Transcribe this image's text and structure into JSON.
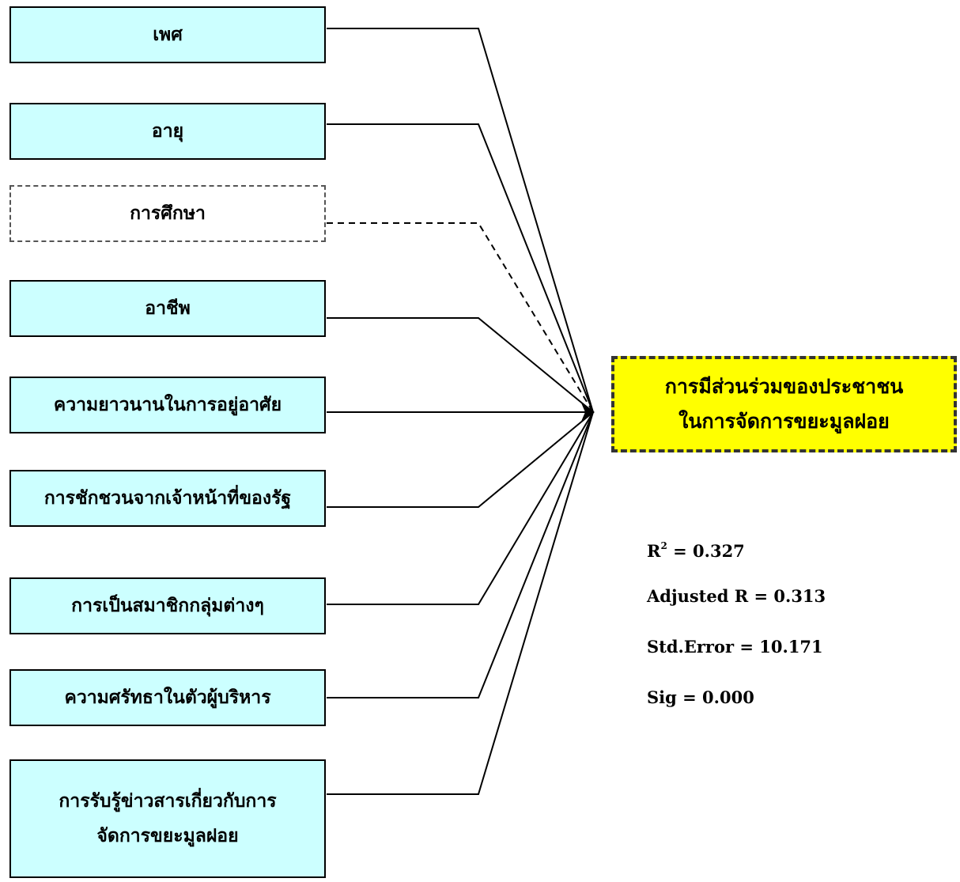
{
  "independent_variables": [
    {
      "label": "เพศ",
      "significant": true
    },
    {
      "label": "อายุ",
      "significant": true
    },
    {
      "label": "การศึกษา",
      "significant": false
    },
    {
      "label": "อาชีพ",
      "significant": true
    },
    {
      "label": "ความยาวนานในการอยู่อาศัย",
      "significant": true
    },
    {
      "label": "การชักชวนจากเจ้าหน้าที่ของรัฐ",
      "significant": true
    },
    {
      "label": "การเป็นสมาชิกกลุ่มต่างๆ",
      "significant": true
    },
    {
      "label": "ความศรัทธาในตัวผู้บริหาร",
      "significant": true
    },
    {
      "label": "การรับรู้ข่าวสารเกี่ยวกับการ จัดการขยะมูลฝอย",
      "significant": true,
      "lines": [
        "การรับรู้ข่าวสารเกี่ยวกับการ",
        "จัดการขยะมูลฝอย"
      ]
    }
  ],
  "dependent_variable": {
    "line1": "การมีส่วนร่วมของประชาชน",
    "line2": "ในการจัดการขยะมูลฝอย"
  },
  "statistics": {
    "r2_prefix": "R",
    "r2_sup": "2",
    "r2_value": "=  0.327",
    "adjusted_r": "Adjusted R = 0.313",
    "std_error": "Std.Error = 10.171",
    "sig": "Sig = 0.000"
  },
  "colors": {
    "variable_fill": "#ccffff",
    "target_fill": "#ffff00",
    "line": "#000000"
  }
}
